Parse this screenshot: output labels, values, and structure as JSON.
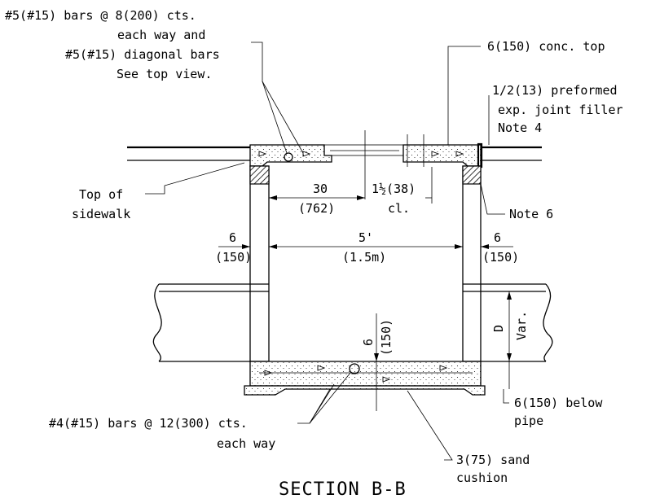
{
  "title": "SECTION B-B",
  "callouts": {
    "top_rebar": [
      "#5(#15) bars @ 8(200) cts.",
      "each way and",
      "#5(#15) diagonal bars",
      "See top view."
    ],
    "conc_top": "6(150) conc. top",
    "joint_filler": [
      "1/2(13) preformed",
      "exp. joint filler",
      "Note 4"
    ],
    "top_of_sidewalk": [
      "Top of",
      "sidewalk"
    ],
    "note6": "Note 6",
    "bottom_rebar": [
      "#4(#15) bars @ 12(300) cts.",
      "each way"
    ],
    "below_pipe": [
      "6(150) below",
      "pipe"
    ],
    "sand_cushion": [
      "3(75) sand",
      "cushion"
    ]
  },
  "dimensions": {
    "opening_width": [
      "30",
      "(762)"
    ],
    "clearance": [
      "1½(38)",
      "cl."
    ],
    "wall_left": [
      "6",
      "(150)"
    ],
    "inside_width": [
      "5'",
      "(1.5m)"
    ],
    "wall_right": [
      "6",
      "(150)"
    ],
    "slab_bottom": [
      "6",
      "(150)"
    ],
    "pipe_dia": [
      "D",
      "Var."
    ]
  }
}
